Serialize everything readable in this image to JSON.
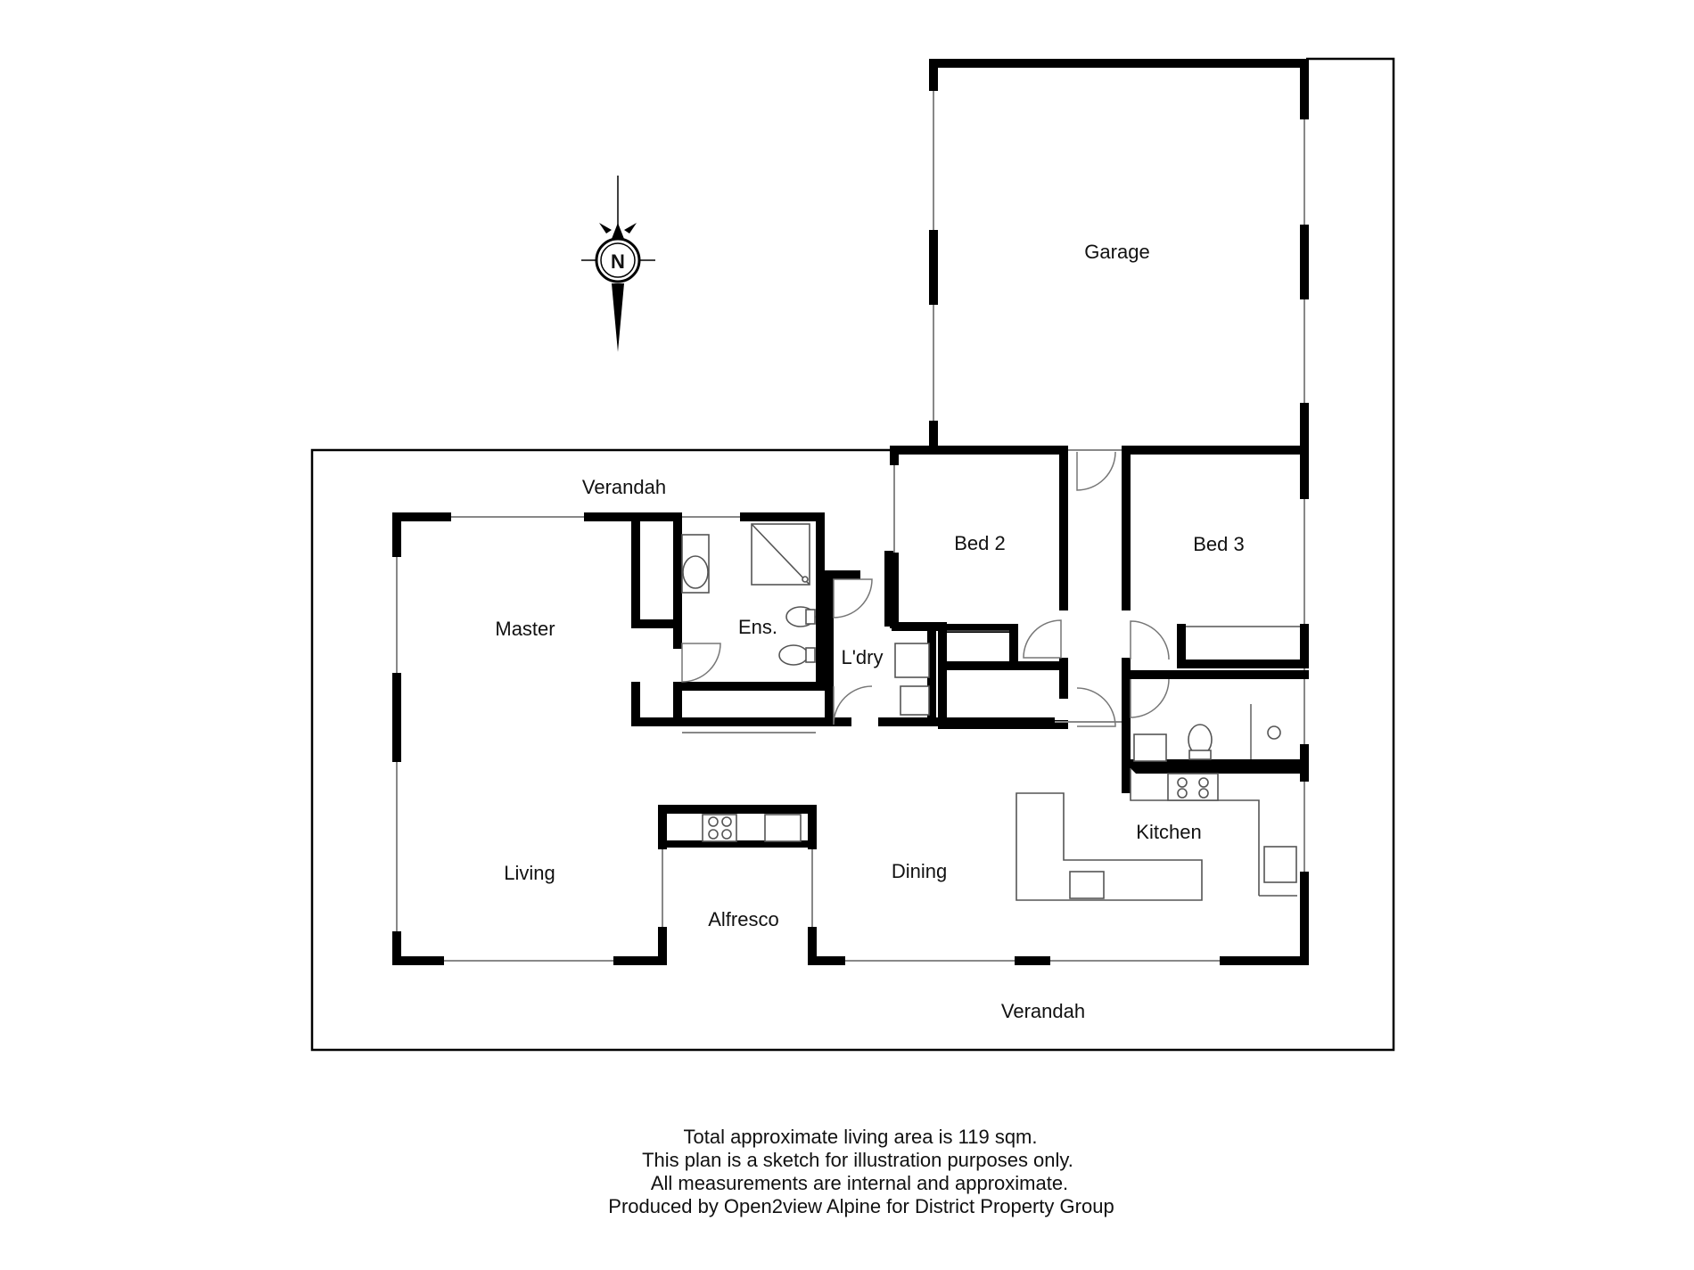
{
  "rooms": {
    "garage": "Garage",
    "verandah_top": "Verandah",
    "bed2": "Bed 2",
    "bed3": "Bed 3",
    "master": "Master",
    "ensuite": "Ens.",
    "laundry": "L'dry",
    "kitchen": "Kitchen",
    "living": "Living",
    "dining": "Dining",
    "alfresco": "Alfresco",
    "verandah_bottom": "Verandah"
  },
  "compass": {
    "label": "N",
    "icon": "north-arrow-icon"
  },
  "footer": [
    "Total approximate living area is 119 sqm.",
    "This plan is a sketch for illustration purposes only.",
    "All measurements are internal and approximate.",
    "Produced by Open2view Alpine for District Property Group"
  ],
  "colors": {
    "wall": "#000000",
    "window": "#888888",
    "background": "#ffffff"
  }
}
